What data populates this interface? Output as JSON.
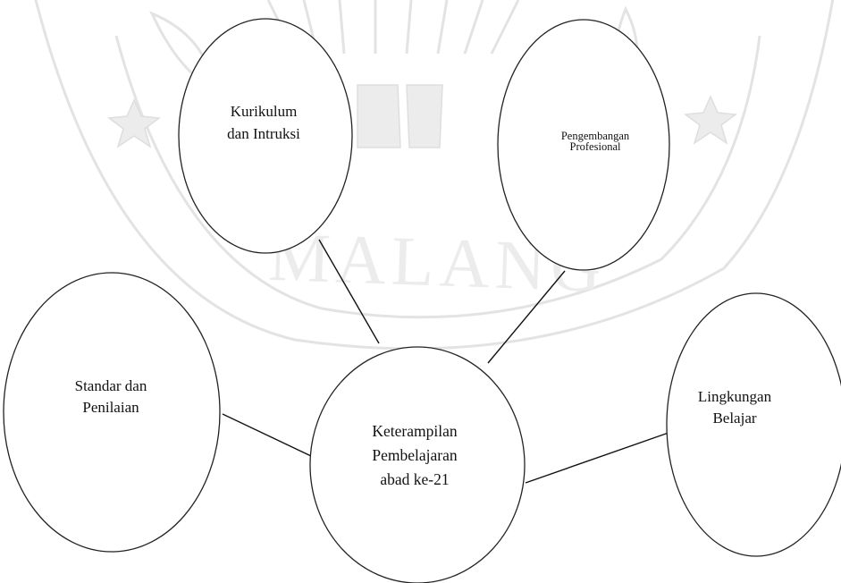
{
  "watermark": {
    "text": "MALANG"
  },
  "diagram": {
    "center": {
      "lines": [
        "Keterampilan",
        "Pembelajaran",
        "abad ke-21"
      ]
    },
    "nodes": {
      "kurikulum": {
        "lines": [
          "Kurikulum",
          "dan Intruksi"
        ]
      },
      "pengembangan": {
        "lines": [
          "Pengembangan",
          "Profesional"
        ]
      },
      "standar": {
        "lines": [
          "Standar dan",
          "Penilaian"
        ]
      },
      "lingkungan": {
        "lines": [
          "Lingkungan",
          "Belajar"
        ]
      }
    }
  }
}
